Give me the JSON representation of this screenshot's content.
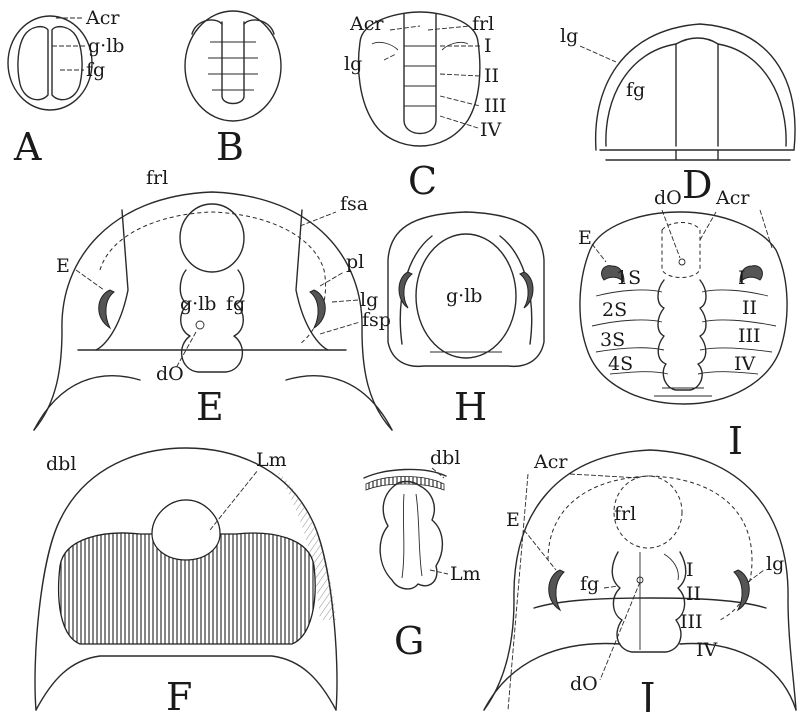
{
  "panels": {
    "A": {
      "letter": "A",
      "labels": {
        "acr": "Acr",
        "glb": "g·lb",
        "fg": "fg"
      }
    },
    "B": {
      "letter": "B"
    },
    "C": {
      "letter": "C",
      "labels": {
        "acr": "Acr",
        "frl": "frl",
        "lg": "lg",
        "r1": "I",
        "r2": "II",
        "r3": "III",
        "r4": "IV"
      }
    },
    "D": {
      "letter": "D",
      "labels": {
        "lg": "lg",
        "fg": "fg"
      }
    },
    "E": {
      "letter": "E",
      "labels": {
        "frl": "frl",
        "fsa": "fsa",
        "pl": "pl",
        "lg": "lg",
        "fsp": "fsp",
        "e": "E",
        "glb": "g·lb",
        "fg": "fg",
        "do": "dO"
      }
    },
    "H": {
      "letter": "H",
      "labels": {
        "glb": "g·lb"
      }
    },
    "I": {
      "letter": "I",
      "labels": {
        "do": "dO",
        "acr": "Acr",
        "e": "E",
        "s1": "1S",
        "s2": "2S",
        "s3": "3S",
        "s4": "4S",
        "r1": "I",
        "r2": "II",
        "r3": "III",
        "r4": "IV"
      }
    },
    "F": {
      "letter": "F",
      "labels": {
        "dbl": "dbl",
        "lm": "Lm"
      }
    },
    "G": {
      "letter": "G",
      "labels": {
        "dbl": "dbl",
        "lm": "Lm"
      }
    },
    "J": {
      "letter": "J",
      "labels": {
        "acr": "Acr",
        "frl": "frl",
        "e": "E",
        "lg": "lg",
        "fg": "fg",
        "r1": "I",
        "r2": "II",
        "r3": "III",
        "r4": "IV",
        "do": "dO"
      }
    }
  },
  "colors": {
    "ink": "#2a2a2a",
    "eye_fill": "#555555",
    "background": "#ffffff"
  }
}
